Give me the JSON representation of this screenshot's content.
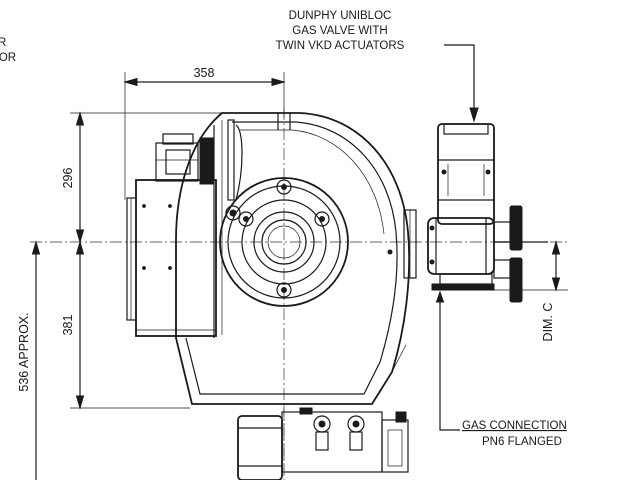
{
  "labels": {
    "top_left_line1": "R",
    "top_left_line2": "TOR",
    "valve_line1": "DUNPHY UNIBLOC",
    "valve_line2": "GAS VALVE WITH",
    "valve_line3": "TWIN VKD ACTUATORS",
    "gas_connection": "GAS CONNECTION",
    "pn6_flanged": "PN6 FLANGED",
    "dim_c": "DIM. C"
  },
  "dimensions": {
    "width_358": "358",
    "height_296": "296",
    "height_381": "381",
    "height_536": "536 APPROX."
  }
}
